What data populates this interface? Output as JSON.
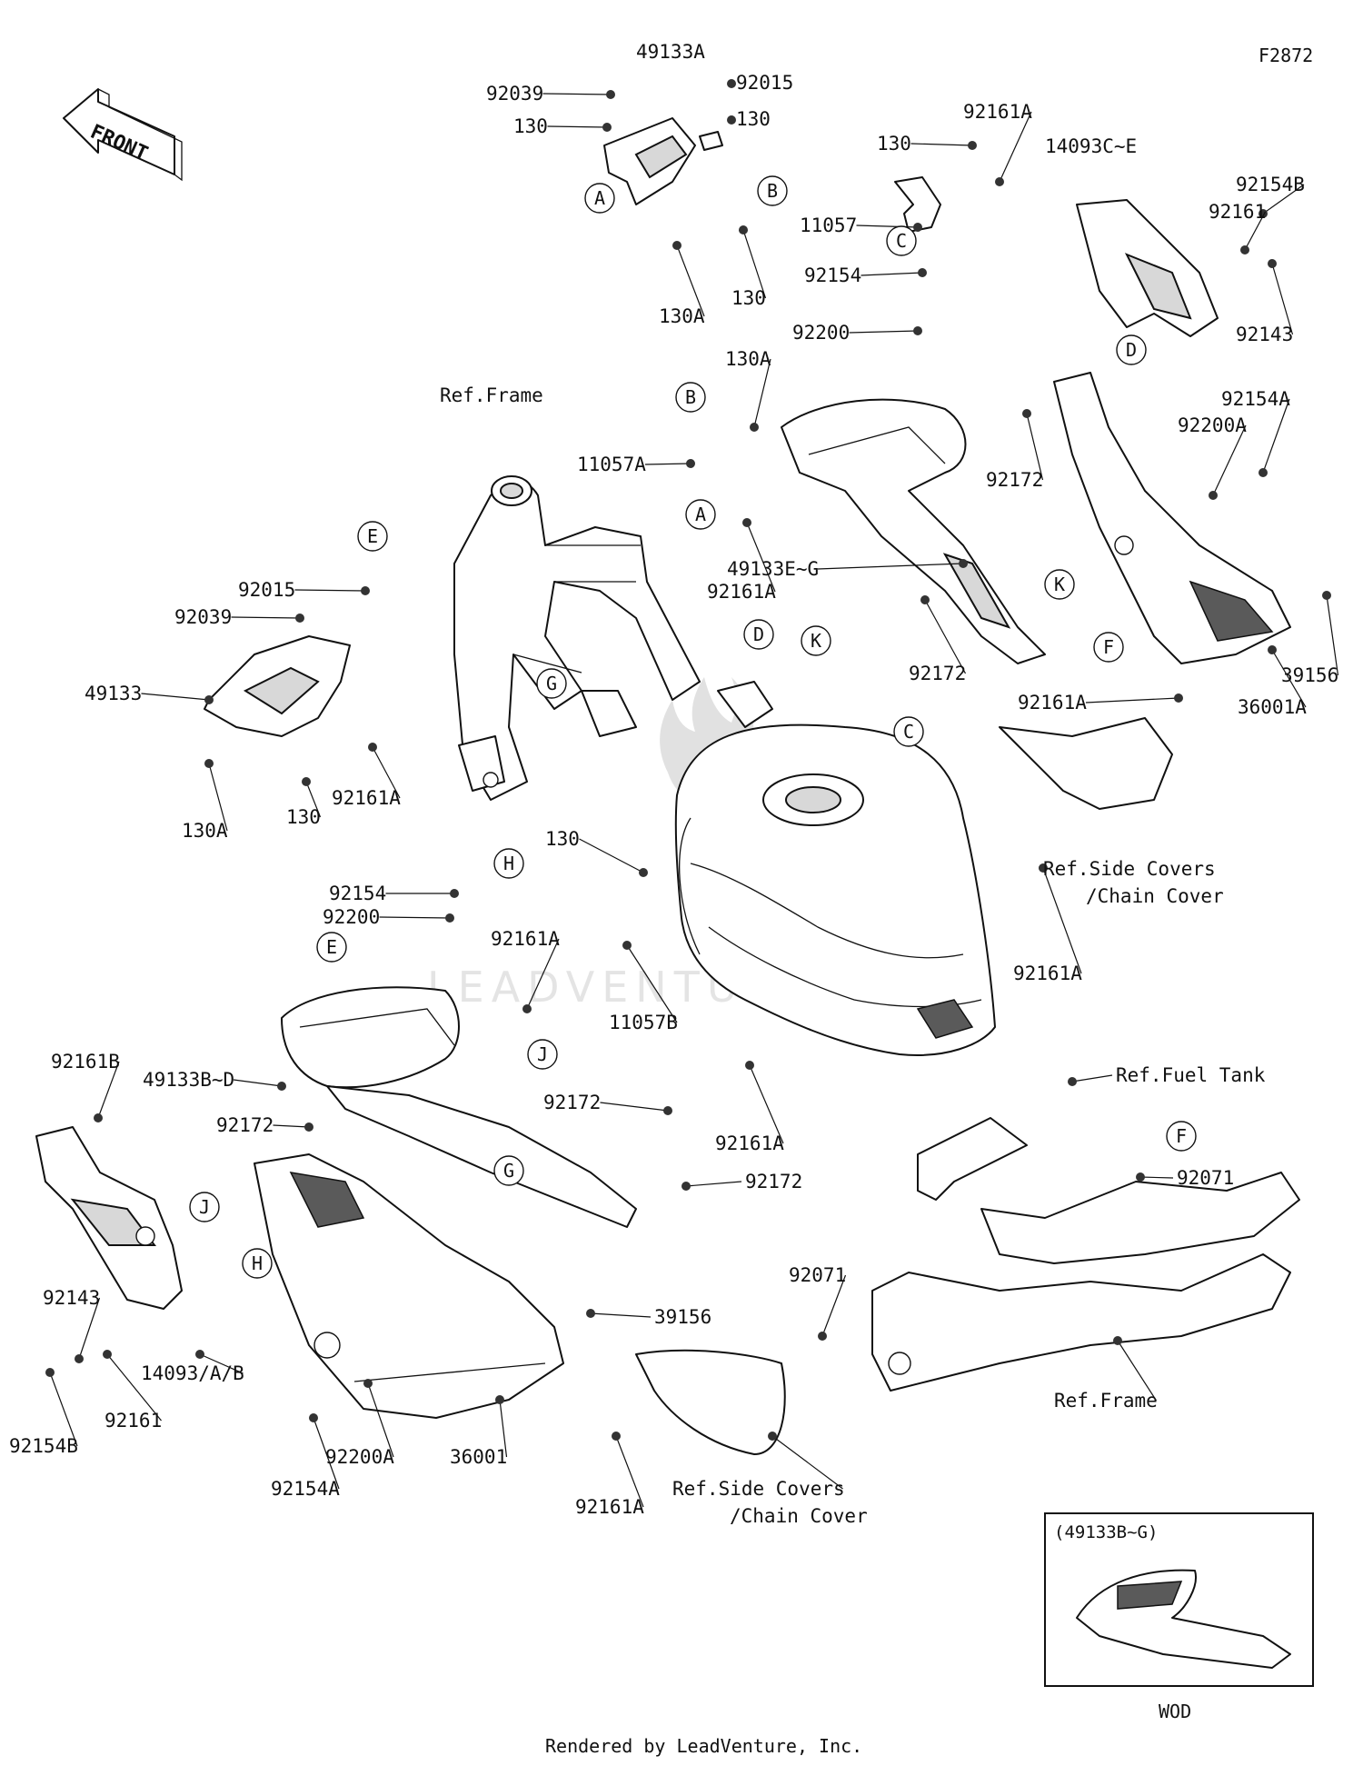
{
  "diagram": {
    "figure_code": "F2872",
    "front_label": "FRONT",
    "footer": "Rendered by LeadVenture, Inc.",
    "watermark": "LEADVENTURE",
    "inset": {
      "caption": "(49133B~G)",
      "label": "WOD"
    },
    "callouts": [
      {
        "id": "c1",
        "text": "49133A"
      },
      {
        "id": "c2",
        "text": "92039"
      },
      {
        "id": "c3",
        "text": "92015"
      },
      {
        "id": "c4",
        "text": "130"
      },
      {
        "id": "c5",
        "text": "130"
      },
      {
        "id": "c6",
        "text": "130A"
      },
      {
        "id": "c7",
        "text": "130"
      },
      {
        "id": "c8",
        "text": "130"
      },
      {
        "id": "c9",
        "text": "92161A"
      },
      {
        "id": "c10",
        "text": "11057"
      },
      {
        "id": "c11",
        "text": "14093C~E"
      },
      {
        "id": "c12",
        "text": "92154B"
      },
      {
        "id": "c13",
        "text": "92161"
      },
      {
        "id": "c14",
        "text": "92143"
      },
      {
        "id": "c15",
        "text": "92154"
      },
      {
        "id": "c16",
        "text": "92200"
      },
      {
        "id": "c17",
        "text": "130A"
      },
      {
        "id": "c18",
        "text": "11057A"
      },
      {
        "id": "c19",
        "text": "Ref.Frame"
      },
      {
        "id": "c20",
        "text": "92172"
      },
      {
        "id": "c21",
        "text": "92154A"
      },
      {
        "id": "c22",
        "text": "92200A"
      },
      {
        "id": "c23",
        "text": "49133E~G"
      },
      {
        "id": "c24",
        "text": "92161A"
      },
      {
        "id": "c25",
        "text": "92015"
      },
      {
        "id": "c26",
        "text": "92039"
      },
      {
        "id": "c27",
        "text": "49133"
      },
      {
        "id": "c28",
        "text": "92172"
      },
      {
        "id": "c29",
        "text": "39156"
      },
      {
        "id": "c30",
        "text": "36001A"
      },
      {
        "id": "c31",
        "text": "92161A"
      },
      {
        "id": "c32",
        "text": "130A"
      },
      {
        "id": "c33",
        "text": "130"
      },
      {
        "id": "c34",
        "text": "92161A"
      },
      {
        "id": "c35",
        "text": "Ref.Side Covers"
      },
      {
        "id": "c36",
        "text": "/Chain Cover"
      },
      {
        "id": "c37",
        "text": "92154"
      },
      {
        "id": "c38",
        "text": "130"
      },
      {
        "id": "c39",
        "text": "92200"
      },
      {
        "id": "c40",
        "text": "92161A"
      },
      {
        "id": "c41",
        "text": "92161A"
      },
      {
        "id": "c42",
        "text": "11057B"
      },
      {
        "id": "c43",
        "text": "92161B"
      },
      {
        "id": "c44",
        "text": "49133B~D"
      },
      {
        "id": "c45",
        "text": "Ref.Fuel Tank"
      },
      {
        "id": "c46",
        "text": "92172"
      },
      {
        "id": "c47",
        "text": "92172"
      },
      {
        "id": "c48",
        "text": "92161A"
      },
      {
        "id": "c49",
        "text": "92172"
      },
      {
        "id": "c50",
        "text": "92071"
      },
      {
        "id": "c51",
        "text": "92071"
      },
      {
        "id": "c52",
        "text": "92143"
      },
      {
        "id": "c53",
        "text": "39156"
      },
      {
        "id": "c54",
        "text": "14093/A/B"
      },
      {
        "id": "c55",
        "text": "92161"
      },
      {
        "id": "c56",
        "text": "Ref.Frame"
      },
      {
        "id": "c57",
        "text": "92154B"
      },
      {
        "id": "c58",
        "text": "92200A"
      },
      {
        "id": "c59",
        "text": "36001"
      },
      {
        "id": "c60",
        "text": "92154A"
      },
      {
        "id": "c61",
        "text": "92161A"
      },
      {
        "id": "c62",
        "text": "Ref.Side Covers"
      },
      {
        "id": "c63",
        "text": "/Chain Cover"
      }
    ],
    "markers": [
      {
        "id": "m1",
        "text": "A"
      },
      {
        "id": "m2",
        "text": "B"
      },
      {
        "id": "m3",
        "text": "C"
      },
      {
        "id": "m4",
        "text": "D"
      },
      {
        "id": "m5",
        "text": "B"
      },
      {
        "id": "m6",
        "text": "A"
      },
      {
        "id": "m7",
        "text": "E"
      },
      {
        "id": "m8",
        "text": "D"
      },
      {
        "id": "m9",
        "text": "K"
      },
      {
        "id": "m10",
        "text": "K"
      },
      {
        "id": "m11",
        "text": "F"
      },
      {
        "id": "m12",
        "text": "G"
      },
      {
        "id": "m13",
        "text": "C"
      },
      {
        "id": "m14",
        "text": "H"
      },
      {
        "id": "m15",
        "text": "E"
      },
      {
        "id": "m16",
        "text": "J"
      },
      {
        "id": "m17",
        "text": "J"
      },
      {
        "id": "m18",
        "text": "G"
      },
      {
        "id": "m19",
        "text": "H"
      },
      {
        "id": "m20",
        "text": "F"
      }
    ]
  }
}
